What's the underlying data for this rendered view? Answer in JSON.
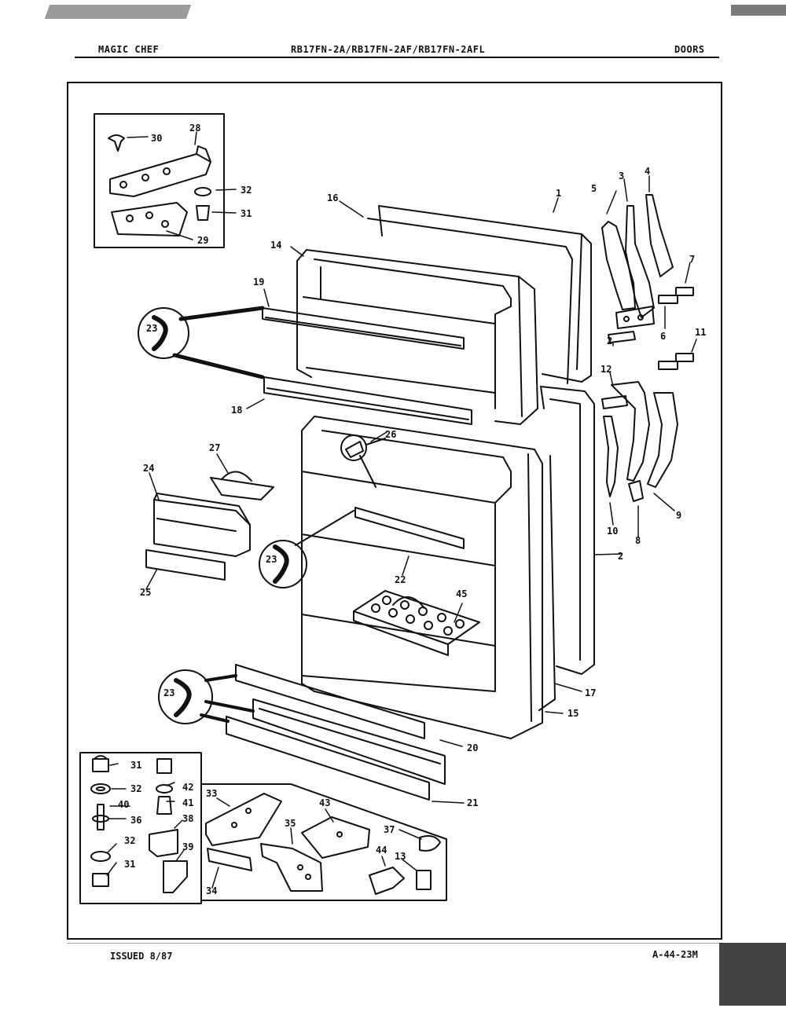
{
  "header": {
    "brand": "MAGIC CHEF",
    "models": "RB17FN-2A/RB17FN-2AF/RB17FN-2AFL",
    "section": "DOORS"
  },
  "footer": {
    "issued": "ISSUED 8/87",
    "code": "A-44-23M"
  },
  "callouts": {
    "c1": "1",
    "c2": "2",
    "c3": "3",
    "c4": "4",
    "c5": "5",
    "c6": "6",
    "c7": "7",
    "c8": "8",
    "c9": "9",
    "c10": "10",
    "c11": "11",
    "c12": "12",
    "c13": "13",
    "c14": "14",
    "c15": "15",
    "c16": "16",
    "c17": "17",
    "c18": "18",
    "c19": "19",
    "c20": "20",
    "c21": "21",
    "c22": "22",
    "c23": "23",
    "c24": "24",
    "c25": "25",
    "c26": "26",
    "c27": "27",
    "c28": "28",
    "c29": "29",
    "c30": "30",
    "c31": "31",
    "c32": "32",
    "c33": "33",
    "c34": "34",
    "c35": "35",
    "c36": "36",
    "c37": "37",
    "c38": "38",
    "c39": "39",
    "c40": "40",
    "c41": "41",
    "c42": "42",
    "c43": "43",
    "c44": "44",
    "c45": "45"
  }
}
